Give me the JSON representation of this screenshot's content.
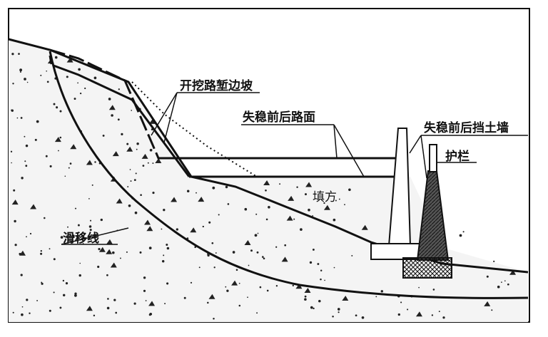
{
  "labels": {
    "excavated_slope": "开挖路堑边坡",
    "road_surface": "失稳前后路面",
    "retaining_wall": "失稳前后挡土墙",
    "guardrail": "护栏",
    "fill": "填方",
    "slip_line": "滑移线"
  },
  "colors": {
    "line": "#111111",
    "background": "#ffffff",
    "soil_dots": "#222222"
  }
}
